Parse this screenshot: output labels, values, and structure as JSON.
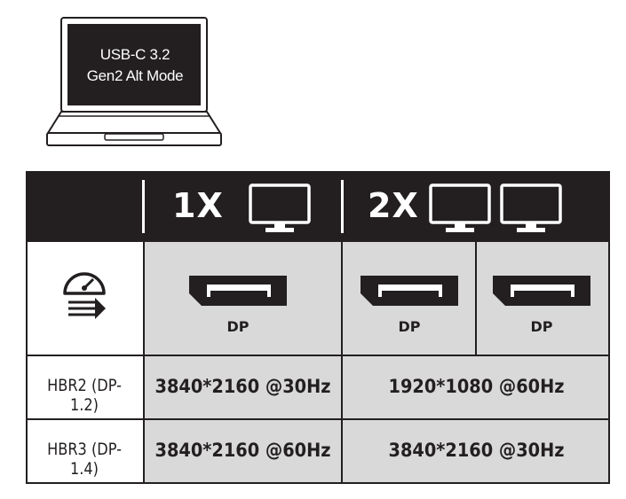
{
  "laptop": {
    "screen_line1": "USB-C 3.2",
    "screen_line2": "Gen2 Alt Mode",
    "icon": "laptop-icon"
  },
  "table": {
    "headers": {
      "col1": "1X",
      "col2": "2X"
    },
    "ports": {
      "dp_label": "DP"
    },
    "rows": [
      {
        "label": "HBR2 (DP-1.2)",
        "single": "3840*2160 @30Hz",
        "dual": "1920*1080 @60Hz"
      },
      {
        "label": "HBR3 (DP-1.4)",
        "single": "3840*2160 @60Hz",
        "dual": "3840*2160 @30Hz"
      }
    ],
    "icons": {
      "speed": "speedometer-icon",
      "monitor": "monitor-icon",
      "port": "displayport-icon"
    },
    "colors": {
      "header_bg": "#231f20",
      "cell_grey": "#d9d9d9",
      "text": "#231f20"
    }
  }
}
